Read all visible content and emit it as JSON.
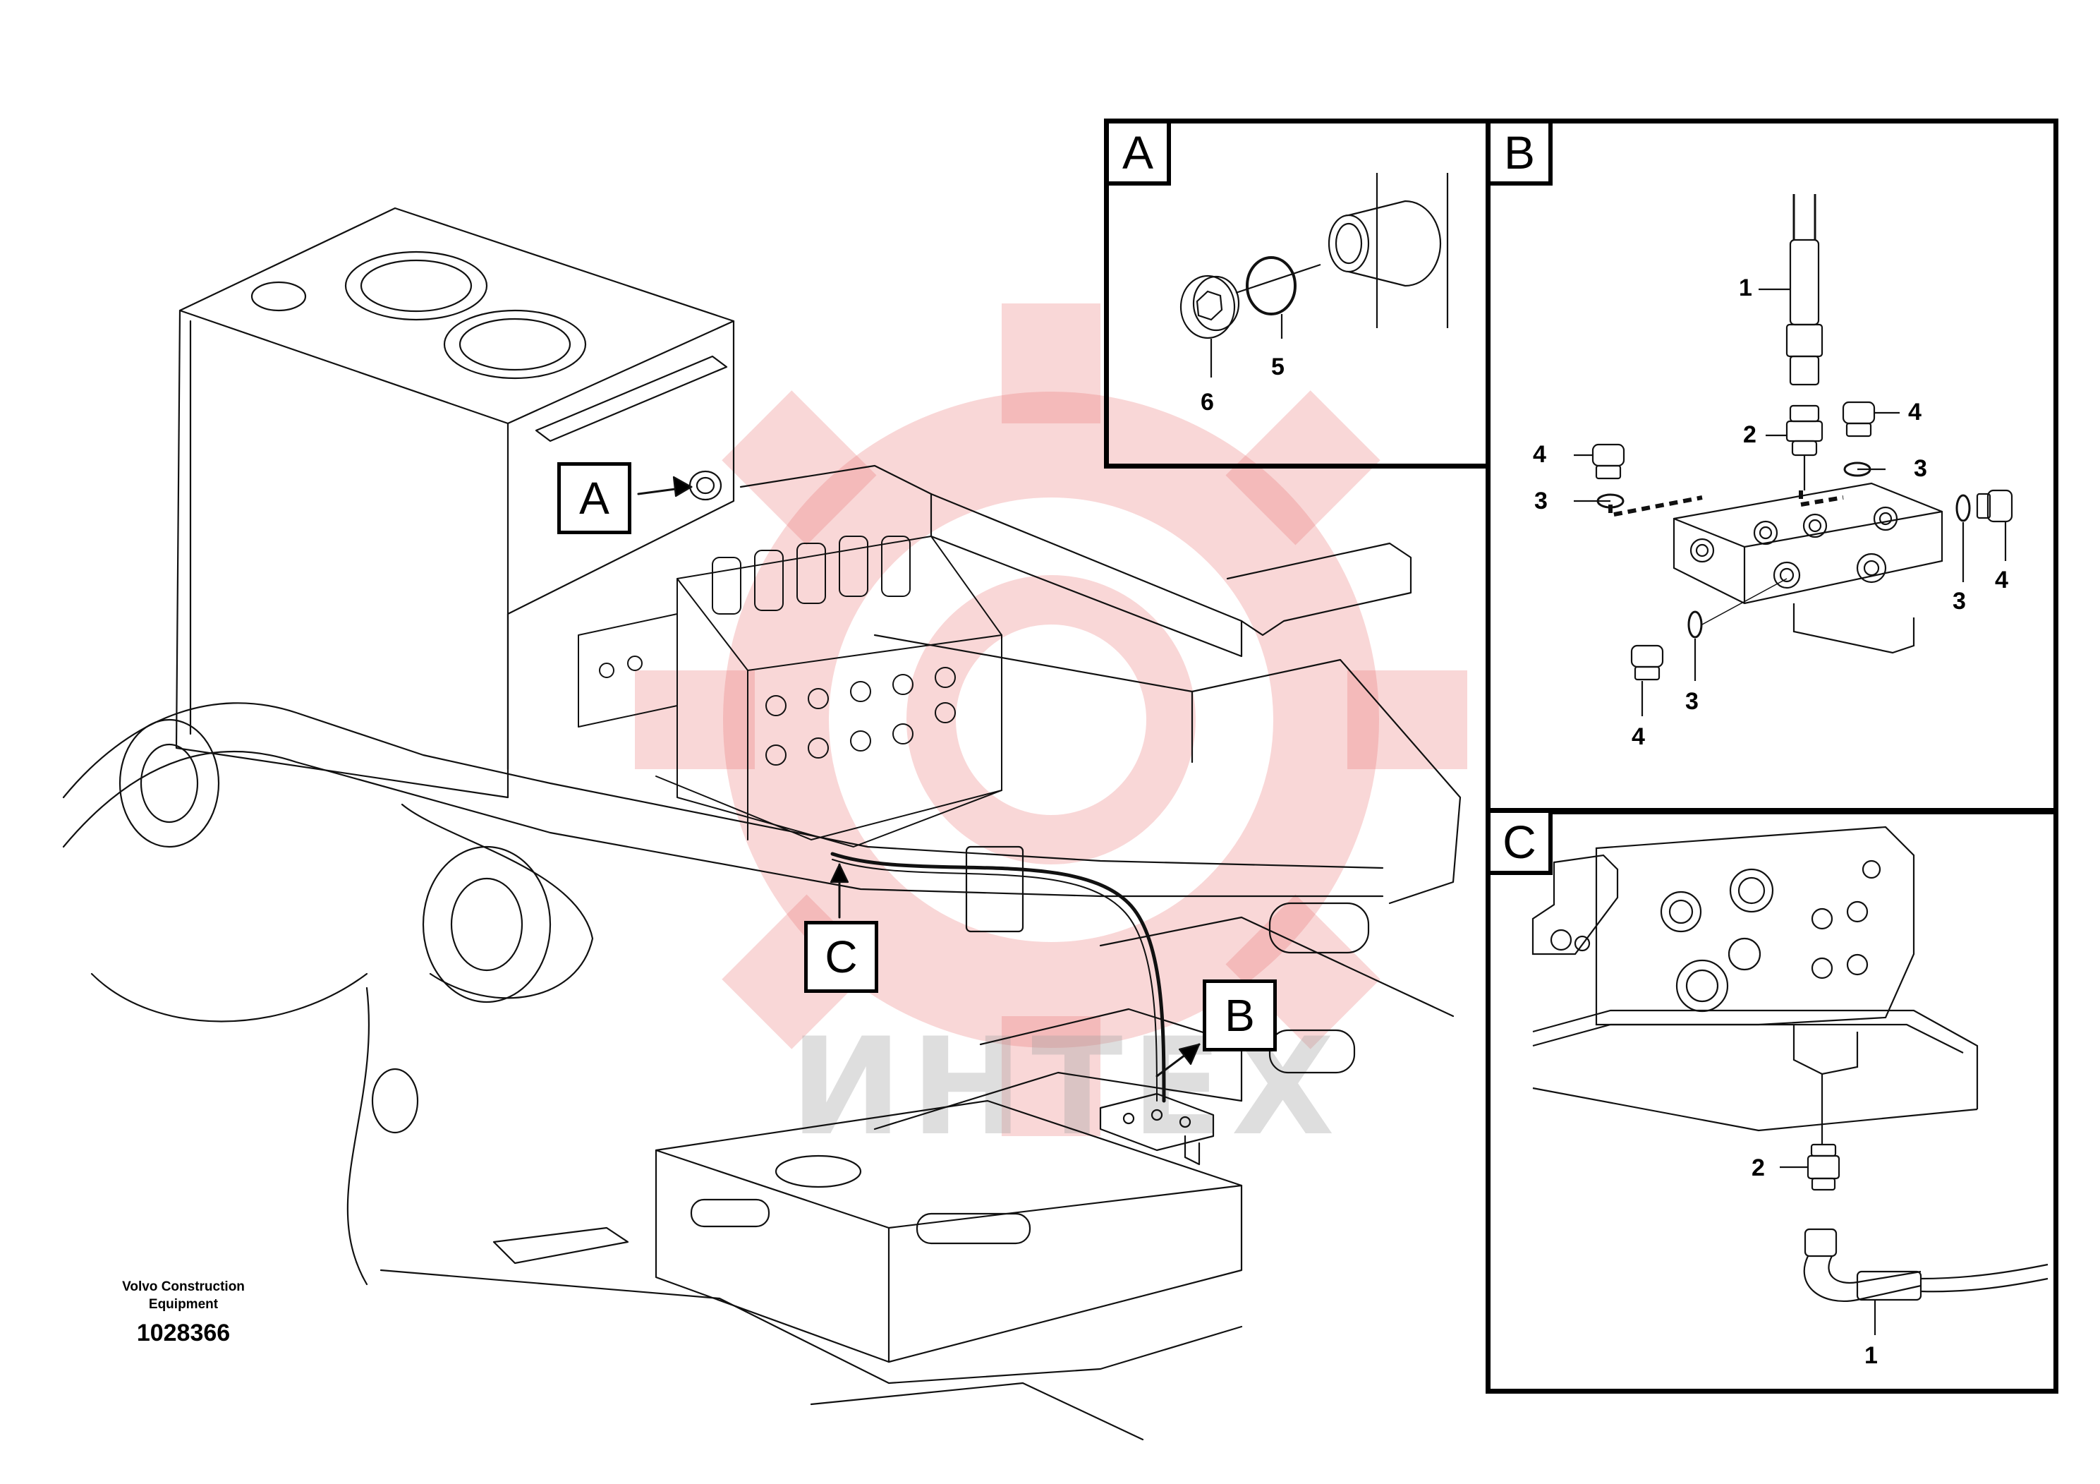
{
  "callouts": {
    "A": "A",
    "B": "B",
    "C": "C"
  },
  "panels": {
    "A": {
      "tag": "A",
      "parts": [
        "6",
        "5"
      ]
    },
    "B": {
      "tag": "B",
      "parts": [
        "1",
        "2",
        "4",
        "3",
        "4",
        "3",
        "3",
        "4",
        "4",
        "3"
      ]
    },
    "C": {
      "tag": "C",
      "parts": [
        "2",
        "1"
      ]
    }
  },
  "footer": {
    "brand": "Volvo Construction Equipment",
    "drawing_number": "1028366"
  },
  "watermark": {
    "text": "ИНТЕХ",
    "logo": "gear-logo"
  }
}
